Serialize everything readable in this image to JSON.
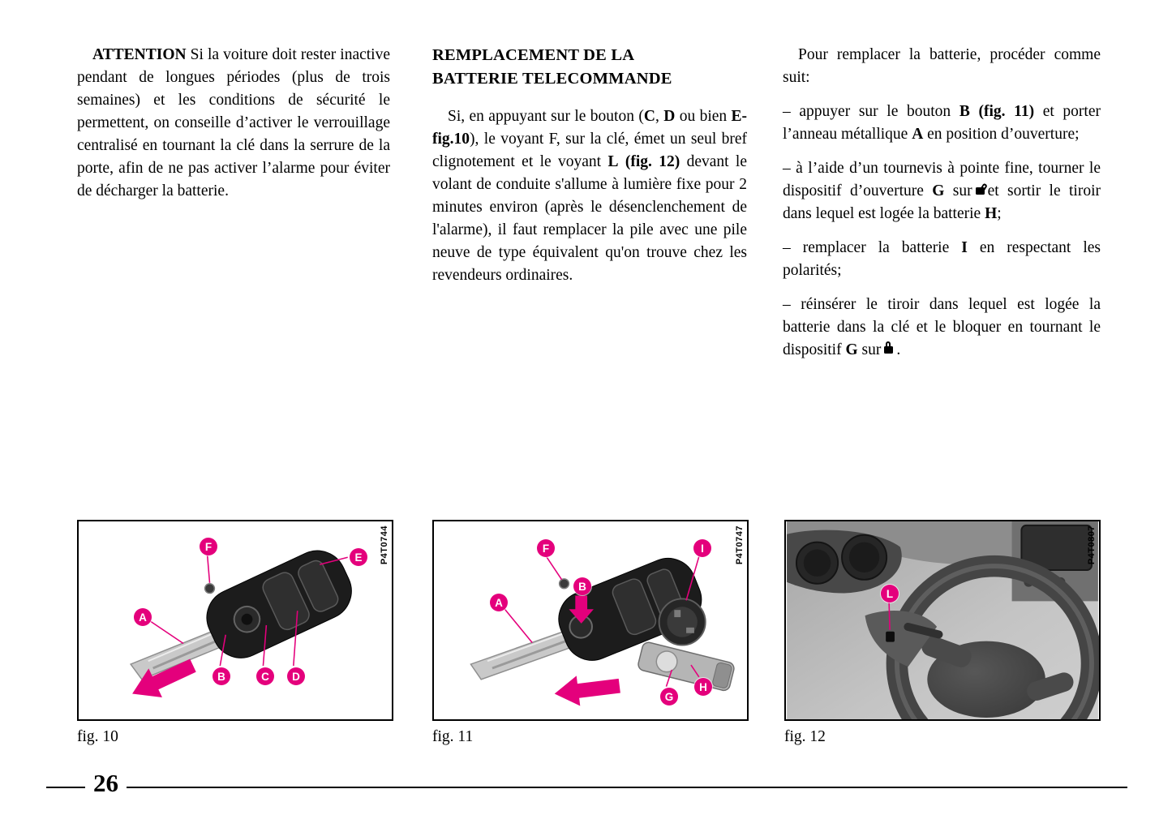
{
  "page_number": "26",
  "col1": {
    "paragraphs": [
      {
        "segments": [
          {
            "t": "ATTENTION",
            "b": true
          },
          {
            "t": " Si la voiture doit rester inactive pendant de longues périodes (plus de trois semaines) et les conditions de sécurité le permettent, on conseille d’activer le verrouillage centralisé en tournant la clé dans la serrure de la porte, afin de ne pas activer l’alarme pour éviter de décharger la batterie."
          }
        ]
      }
    ]
  },
  "col2": {
    "heading": "REMPLACEMENT DE LA BATTERIE TELECOMMANDE",
    "paragraphs": [
      {
        "segments": [
          {
            "t": "Si, en appuyant sur le bouton ("
          },
          {
            "t": "C",
            "b": true
          },
          {
            "t": ", "
          },
          {
            "t": "D",
            "b": true
          },
          {
            "t": " ou bien "
          },
          {
            "t": "E-fig.10",
            "b": true
          },
          {
            "t": "), le voyant F, sur la clé, émet un seul bref clignotement et le voyant "
          },
          {
            "t": "L",
            "b": true
          },
          {
            "t": " "
          },
          {
            "t": "(fig. 12)",
            "b": true
          },
          {
            "t": " devant le volant de conduite s'allume à lumière fixe pour 2 minutes environ (après le désenclenchement de l'alarme), il faut remplacer la pile avec une pile neuve de type équivalent qu'on trouve chez les revendeurs ordinaires."
          }
        ]
      }
    ]
  },
  "col3": {
    "paragraphs": [
      {
        "segments": [
          {
            "t": "Pour remplacer la batterie, procéder comme suit:"
          }
        ]
      },
      {
        "segments": [
          {
            "t": "– appuyer sur le bouton "
          },
          {
            "t": "B",
            "b": true
          },
          {
            "t": " "
          },
          {
            "t": "(fig. 11)",
            "b": true
          },
          {
            "t": " et porter l’anneau métallique "
          },
          {
            "t": "A",
            "b": true
          },
          {
            "t": " en position d’ouverture;"
          }
        ]
      },
      {
        "segments": [
          {
            "t": "– à l’aide d’un tournevis à pointe fine, tourner le dispositif d’ouverture "
          },
          {
            "t": "G",
            "b": true
          },
          {
            "t": " sur"
          },
          {
            "icon": "lock-open"
          },
          {
            "t": "et sortir le tiroir dans lequel est logée la batterie "
          },
          {
            "t": "H",
            "b": true
          },
          {
            "t": ";"
          }
        ]
      },
      {
        "segments": [
          {
            "t": "– remplacer la batterie "
          },
          {
            "t": "I",
            "b": true
          },
          {
            "t": " en respectant les polarités;"
          }
        ]
      },
      {
        "segments": [
          {
            "t": "– réinsérer le tiroir dans lequel est logée la batterie dans la clé et le bloquer en tournant le dispositif "
          },
          {
            "t": "G",
            "b": true
          },
          {
            "t": " sur"
          },
          {
            "icon": "lock-closed"
          },
          {
            "t": "."
          }
        ]
      }
    ]
  },
  "figures": [
    {
      "code": "P4T0744",
      "caption": "fig. 10",
      "callouts": [
        "F",
        "E",
        "A",
        "B",
        "C",
        "D"
      ]
    },
    {
      "code": "P4T0747",
      "caption": "fig. 11",
      "callouts": [
        "F",
        "I",
        "B",
        "A",
        "G",
        "H"
      ]
    },
    {
      "code": "P4T0807",
      "caption": "fig. 12",
      "callouts": [
        "L"
      ]
    }
  ],
  "colors": {
    "callout_pink": "#e4007c"
  }
}
